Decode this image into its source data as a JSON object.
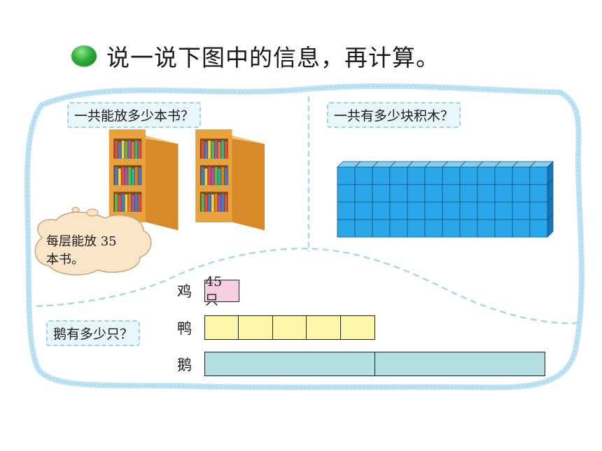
{
  "header": {
    "title": "说一说下图中的信息，再计算。"
  },
  "books": {
    "question": "一共能放多少本书？",
    "bubble_line1": "每层能放 35",
    "bubble_line2": "本书。"
  },
  "blocks": {
    "question": "一共有多少块积木？",
    "front_rows": 4,
    "front_cols": 12
  },
  "birds": {
    "question": "鹅有多少只？",
    "chicken_label": "鸡",
    "chicken_value": "45 只",
    "duck_label": "鸭",
    "duck_segments": 5,
    "goose_label": "鹅",
    "goose_segments": 2
  },
  "colors": {
    "panel_border": "#a8d8ec",
    "label_bg": "#e9f6fb",
    "chicken_box": "#f6cfe0",
    "duck_bar": "#fbf6a8",
    "goose_bar": "#b5e0e2",
    "cube_front": "#2aa7ea",
    "bookcase": "#e8a23c"
  }
}
